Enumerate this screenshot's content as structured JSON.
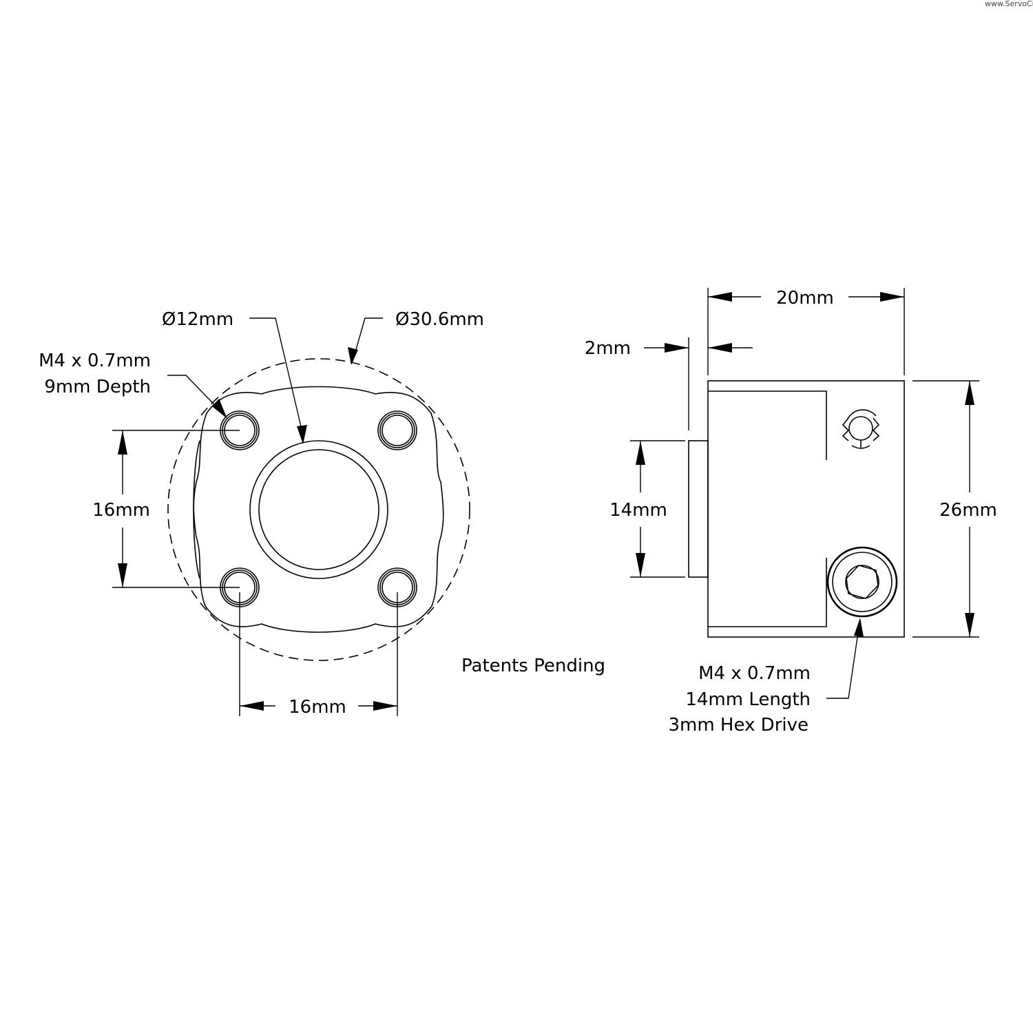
{
  "watermark": "www.ServoCity",
  "front_view": {
    "bore_diameter": "Ø12mm",
    "outer_diameter": "Ø30.6mm",
    "tapped_holes_line1": "M4 x 0.7mm",
    "tapped_holes_line2": "9mm Depth",
    "hole_spacing_vertical": "16mm",
    "hole_spacing_horizontal": "16mm"
  },
  "note": "Patents Pending",
  "side_view": {
    "length": "20mm",
    "hub_step": "2mm",
    "hub_height": "14mm",
    "overall_height": "26mm",
    "screw_line1": "M4 x 0.7mm",
    "screw_line2": "14mm Length",
    "screw_line3": "3mm Hex Drive"
  }
}
